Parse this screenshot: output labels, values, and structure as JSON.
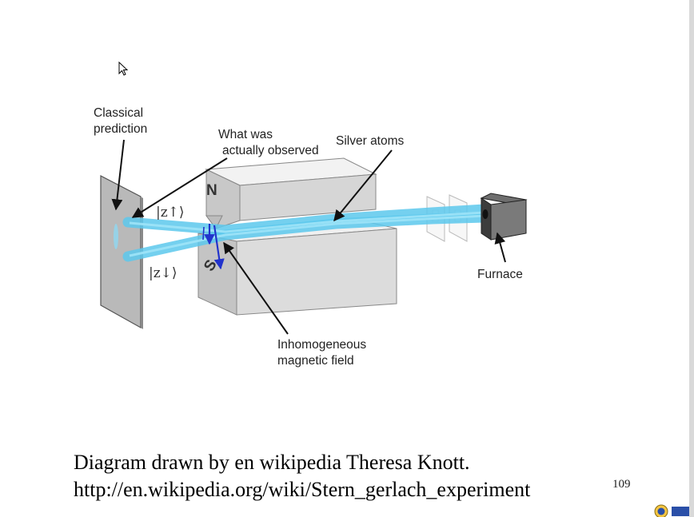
{
  "diagram": {
    "labels": {
      "classical_line1": "Classical",
      "classical_line2": "prediction",
      "observed_line1": "What was",
      "observed_line2": "actually observed",
      "silver_atoms": "Silver atoms",
      "furnace": "Furnace",
      "field_line1": "Inhomogeneous",
      "field_line2": "magnetic field",
      "north": "N",
      "south": "S",
      "ket_up": "|z↑⟩",
      "ket_down": "|z↓⟩"
    },
    "colors": {
      "beam": "#5cc8ec",
      "beam_core": "#9fe3f7",
      "magnet_light": "#f0f0f0",
      "magnet_mid": "#dcdcdc",
      "magnet_dark": "#bdbdbd",
      "furnace_dark": "#555555",
      "field_arrow": "#2233cc"
    }
  },
  "caption": {
    "line1": "Diagram drawn by en wikipedia Theresa Knott.",
    "line2": "http://en.wikipedia.org/wiki/Stern_gerlach_experiment"
  },
  "page_number": "109"
}
